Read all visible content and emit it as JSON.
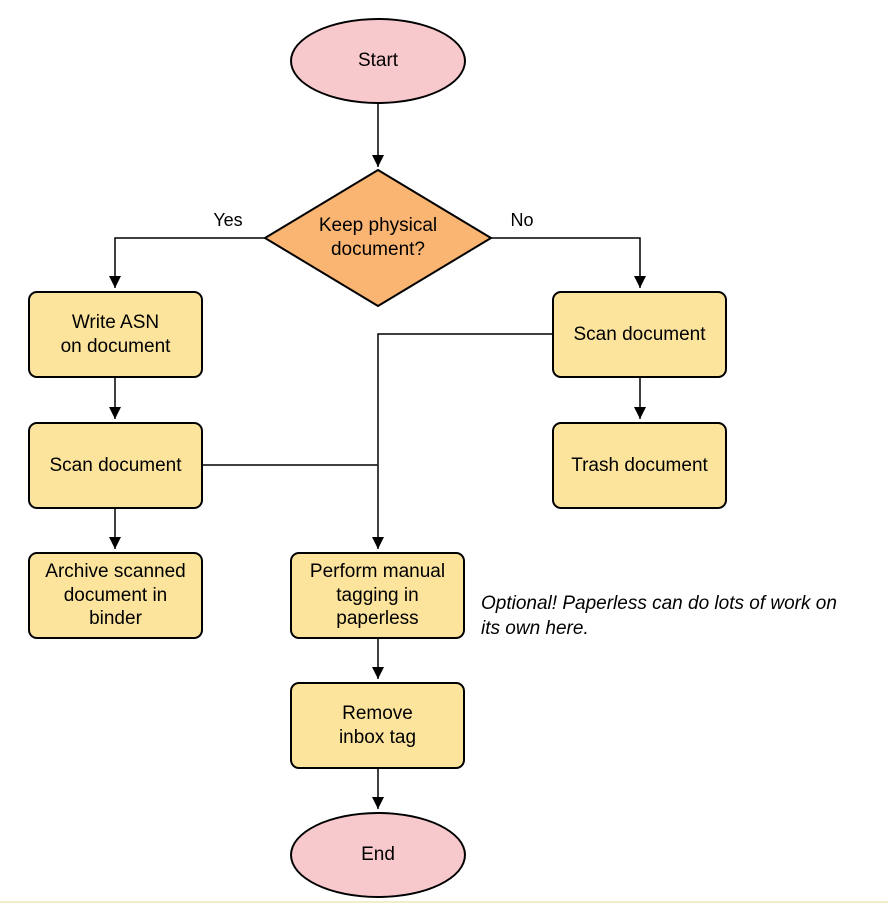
{
  "nodes": {
    "start": {
      "label": "Start",
      "type": "terminal"
    },
    "decision": {
      "label": "Keep physical\ndocument?",
      "type": "decision"
    },
    "write_asn": {
      "label": "Write ASN\non document",
      "type": "process"
    },
    "scan_left": {
      "label": "Scan document",
      "type": "process"
    },
    "archive": {
      "label": "Archive scanned\ndocument in\nbinder",
      "type": "process"
    },
    "scan_right": {
      "label": "Scan document",
      "type": "process"
    },
    "trash": {
      "label": "Trash document",
      "type": "process"
    },
    "tagging": {
      "label": "Perform manual\ntagging in\npaperless",
      "type": "process"
    },
    "remove_inbox": {
      "label": "Remove\ninbox tag",
      "type": "process"
    },
    "end": {
      "label": "End",
      "type": "terminal"
    }
  },
  "edge_labels": {
    "yes": "Yes",
    "no": "No"
  },
  "annotation": {
    "text": "Optional! Paperless can do lots of work on\nits own here."
  },
  "colors": {
    "terminal_fill": "#f8c9cc",
    "decision_fill": "#fab573",
    "process_fill": "#fce49d",
    "stroke": "#000000"
  }
}
